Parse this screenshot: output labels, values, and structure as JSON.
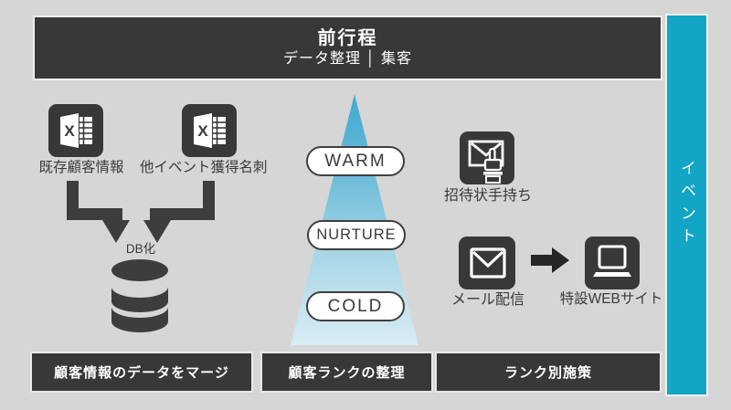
{
  "palette": {
    "background": "#d6d6d6",
    "dark_gray": "#383838",
    "glyph_gray": "#3d3d3d",
    "accent_cyan": "#12a5c6",
    "funnel_top": "#45acd2",
    "funnel_bottom": "#d8ecf3",
    "white": "#ffffff"
  },
  "header": {
    "title": "前行程",
    "subtitle": "データ整理 │ 集客"
  },
  "event_bar": {
    "label": "イベント"
  },
  "sources": {
    "excel_glyph": "X",
    "items": [
      {
        "icon": "excel-icon",
        "label": "既存顧客情報"
      },
      {
        "icon": "excel-icon",
        "label": "他イベント獲得名刺"
      }
    ],
    "merge_label": "DB化",
    "db_icon": "database-icon"
  },
  "funnel": {
    "stages": [
      {
        "label": "WARM"
      },
      {
        "label": "NURTURE"
      },
      {
        "label": "COLD"
      }
    ]
  },
  "actions": {
    "invitation": {
      "icon": "invitation-hand-icon",
      "label": "招待状手持ち"
    },
    "mail": {
      "icon": "mail-icon",
      "label": "メール配信"
    },
    "website": {
      "icon": "laptop-icon",
      "label": "特設WEBサイト"
    }
  },
  "bottom_steps": [
    {
      "label": "顧客情報のデータをマージ"
    },
    {
      "label": "顧客ランクの整理"
    },
    {
      "label": "ランク別施策"
    }
  ]
}
